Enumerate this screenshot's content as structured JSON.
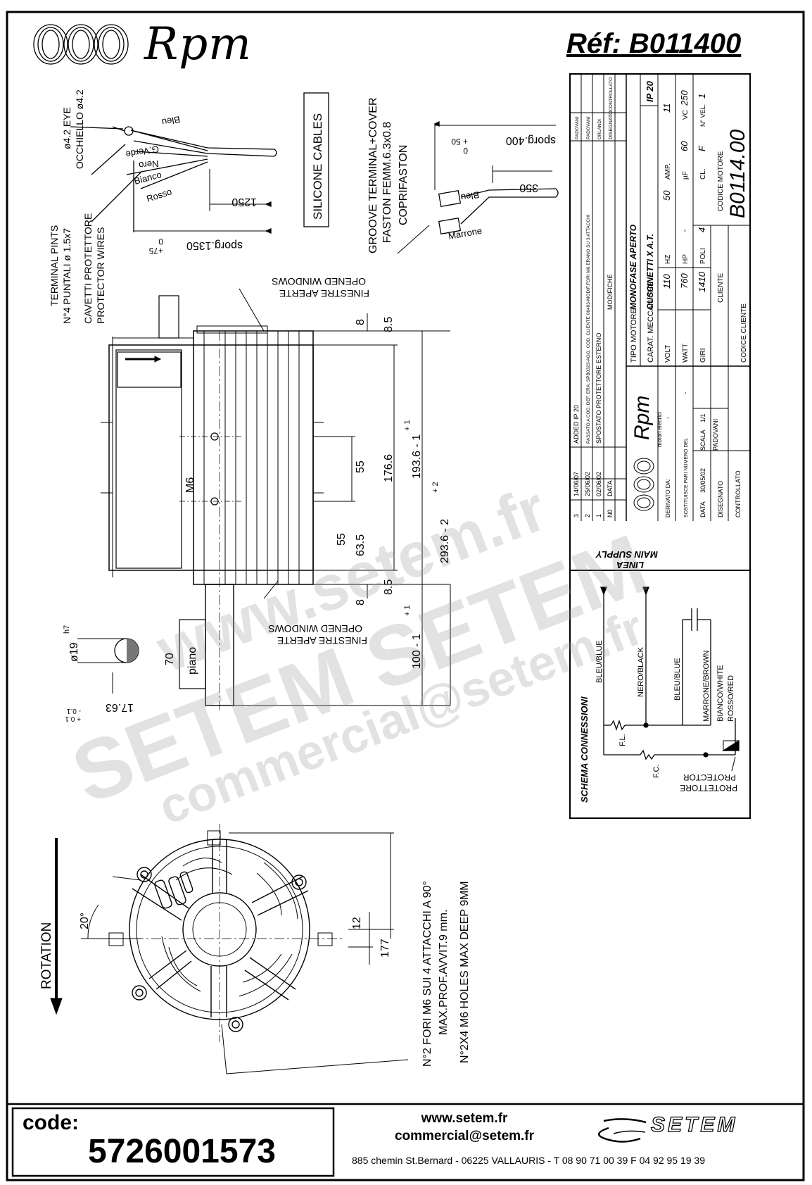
{
  "header": {
    "brand": "Rpm",
    "reference": "Réf:  B011400"
  },
  "leads": {
    "eye_label_1": "ø4.2 EYE",
    "eye_label_2": "OCCHIELLO ø4.2",
    "terminal_1": "TERMINAL PINTS",
    "terminal_2": "N°4 PUNTALI ø 1.5x7",
    "protector_1": "CAVETTI PROTETTORE",
    "protector_2": "PROTECTOR WIRES",
    "wire_blu": "Bleu",
    "wire_verde": "G.Verde",
    "wire_nero": "Nero",
    "wire_bianco": "Bianco",
    "wire_rosso": "Rosso",
    "len_1250": "1250",
    "sporg_1350": "sporg.1350",
    "tol_1350": "+75\n0",
    "silicone": "SILICONE CABLES",
    "groove_1": "GROOVE TERMINAL+COVER",
    "groove_2": "FASTON FEMM.6.3x0.8",
    "groove_3": "COPRIFASTON",
    "sporg_400": "sporg.400",
    "tol_400": "0\n+ 50",
    "len_350": "350",
    "wire_bleu2": "Bleu",
    "wire_marrone": "Marrone"
  },
  "side_view": {
    "finestre_top_1": "FINESTRE APERTE",
    "finestre_top_2": "OPENED WINDOWS",
    "finestre_bot_1": "FINESTRE APERTE",
    "finestre_bot_2": "OPENED WINDOWS",
    "dim_8_top": "8",
    "dim_85_top": "8.5",
    "dim_55a": "55",
    "dim_1766": "176.6",
    "dim_1936": "193.6 - 1",
    "dim_1936_tol": "+ 1",
    "dim_55b": "55",
    "dim_635": "63.5",
    "dim_2936": "293.6 - 2",
    "dim_2936_tol": "+ 2",
    "dim_8_bot": "8",
    "dim_85_bot": "8.5",
    "dim_100": "100 - 1",
    "dim_100_tol": "+ 1",
    "m6": "M6",
    "piano": "piano",
    "shaft_70": "70",
    "shaft_d": "ø19",
    "shaft_h7": "h7",
    "shaft_flat": "17.63",
    "shaft_flat_tol": "+ 0.1\n- 0.1"
  },
  "front_view": {
    "rotation": "ROTATION",
    "angle": "20°",
    "dim_12": "12",
    "dim_177": "177",
    "holes_1": "N°2 FORI M6 SUI 4 ATTACCHI A 90°",
    "holes_2": "MAX.PROF.AVVIT.9 mm.",
    "holes_3": "N°2X4 M6 HOLES MAX DEEP 9MM"
  },
  "title_block": {
    "rev3": "3",
    "rev3_date": "14/06/07",
    "rev3_text": "ADDED IP 20",
    "rev2": "2",
    "rev2_date": "25/06/02",
    "rev2_text": "PASSATO A COD. DEF. ERA: SPB0323-AGG. COD. CLIENTE 06403-MODIF.FORI M6 ERANO SU 3 ATTACCHI",
    "rev1": "1",
    "rev1_date": "02/06/02",
    "rev1_text": "SPOSTATO PROTETTORE ESTERNO",
    "col_no": "N0",
    "col_data": "DATA",
    "col_modifiche": "MODIFICHE",
    "col_disegnato": "DISEGNATO",
    "col_controllato": "CONTROLLATO",
    "rev_sig_1": "PADOVANI",
    "rev_sig_2": "ORLANDI",
    "rev_sig_3": "PADOVANI",
    "tipo_motore_label": "TIPO MOTORE",
    "tipo_motore": "MONOFASE APERTO",
    "ip": "IP 20",
    "carat_label": "CARAT. MECCANICHE",
    "carat": "CUSCINETTI X A.T.",
    "volt_l": "VOLT",
    "volt": "110",
    "hz_l": "HZ",
    "hz": "50",
    "amp_l": "AMP.",
    "amp": "11",
    "watt_l": "WATT",
    "watt": "760",
    "hp_l": "HP",
    "hp": "-",
    "uf_l": "µF",
    "uf": "60",
    "vc_l": "VC",
    "vc": "250",
    "giri_l": "GIRI",
    "giri": "1410",
    "poli_l": "POLI",
    "poli": "4",
    "cl_l": "CL.",
    "cl": "F",
    "vel_l": "N° VEL.",
    "vel": "1",
    "cliente_l": "CLIENTE",
    "codice_motore_l": "CODICE MOTORE",
    "codice_motore": "B0114.00",
    "codice_cliente_l": "CODICE CLIENTE",
    "derivato_l": "DERIVATO DA:",
    "derivato": "-",
    "sostituisce_l": "SOSTITUISCE PARI NUMERO DEL",
    "sostituisce": "-",
    "data_l": "DATA",
    "data": "30/05/02",
    "scala_l": "SCALA",
    "scala": "1/1",
    "disegnato_l": "DISEGNATO",
    "disegnato": "PADOVANI",
    "controllato_l": "CONTROLLATO",
    "logo_brand": "Rpm",
    "logo_sub": "motori elettrici"
  },
  "schema": {
    "title": "SCHEMA CONNESSIONI",
    "linea": "LINEA",
    "main_supply": "MAIN SUPPLY",
    "bleu_blue_1": "BLEU/BLUE",
    "nero_black": "NERO/BLACK",
    "bleu_blue_2": "BLEU/BLUE",
    "marrone_brown": "MARRONE/BROWN",
    "bianco_white": "BIANCO/WHITE",
    "rosso_red": "ROSSO/RED",
    "fl": "F.L.",
    "fc": "F.C.",
    "protettore": "PROTETTORE",
    "protector": "PROTECTOR"
  },
  "footer": {
    "code_label": "code:",
    "code": "5726001573",
    "web": "www.setem.fr",
    "mail": "commercial@setem.fr",
    "address": "885 chemin St.Bernard  -  06225 VALLAURIS  -  T 08 90 71 00 39   F 04 92 95 19 39",
    "logo": "SETEM"
  },
  "watermark": {
    "line1": "www.setem.fr",
    "line2": "SETEM SETEM",
    "line3": "commercial@setem.fr",
    "line4": "www.setem.fr"
  }
}
